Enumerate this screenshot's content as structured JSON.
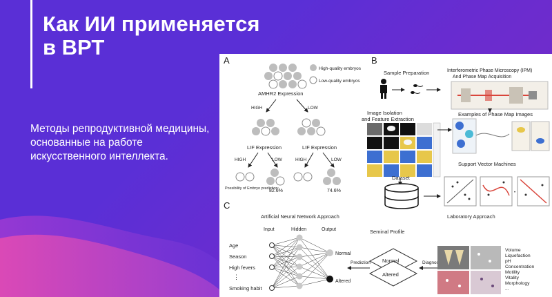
{
  "slide": {
    "title_line1": "Как ИИ применяется",
    "title_line2": "в ВРТ",
    "subtitle": "Методы репродуктивной медицины, основанные на работе искусственного интеллекта."
  },
  "panel_a": {
    "label": "A",
    "legend_high": "High-quality embryos",
    "legend_low": "Low-quality embryos",
    "amhr2": "AMHR2 Expression",
    "high": "HIGH",
    "low": "LOW",
    "lif": "LIF Expression",
    "possibility": "Possibility of Embryo prediction:",
    "pct_left": "82.6%",
    "pct_right": "74.6%"
  },
  "panel_b": {
    "label": "B",
    "sample_prep": "Sample Preparation",
    "ipm_line1": "Interferometric Phase Microscopy (IPM)",
    "ipm_line2": "And Phase Map Acquisition",
    "image_iso_line1": "Image Isolation",
    "image_iso_line2": "and Feature Extraction",
    "examples": "Examples of Phase Map Images",
    "svm": "Support Vector Machines",
    "dataset": "Dataset"
  },
  "panel_c": {
    "label": "C",
    "ann_title": "Artificial Neural Network Approach",
    "lab_title": "Laboratory Approach",
    "input": "Input",
    "hidden": "Hidden",
    "output": "Output",
    "seminal": "Seminal Profile",
    "inputs": [
      "Age",
      "Season",
      "High fevers",
      "⋮",
      "Smoking habit"
    ],
    "normal": "Normal",
    "altered": "Altered",
    "prediction": "Prediction",
    "diagnosis": "Diagnosis",
    "diamond_normal": "Normal",
    "diamond_altered": "Altered",
    "lab_params": [
      "Volume",
      "Liquefaction",
      "pH",
      "Concentration",
      "Motility",
      "Vitality",
      "Morphology",
      "..."
    ]
  }
}
